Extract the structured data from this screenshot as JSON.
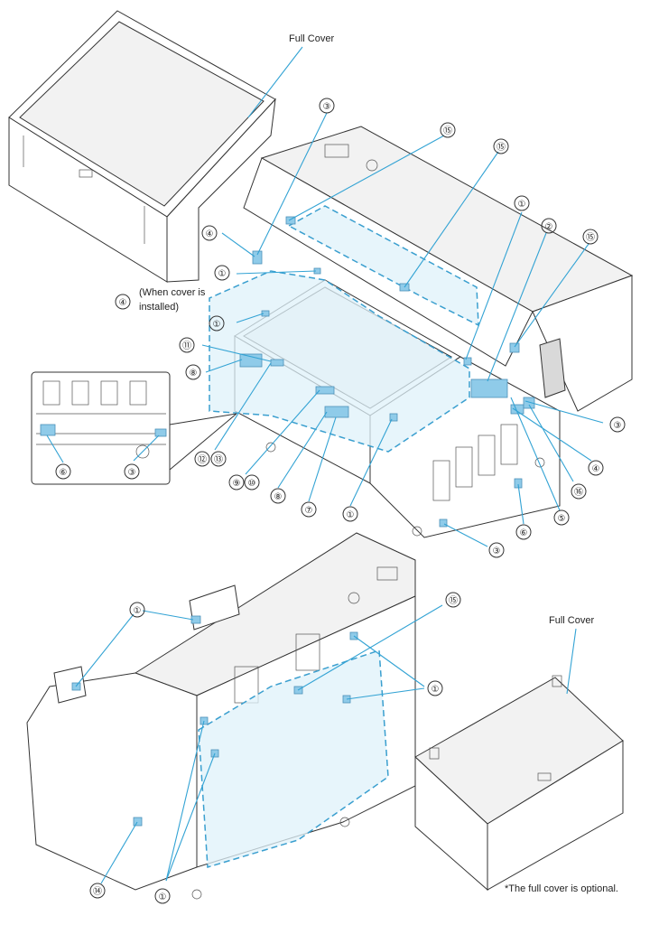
{
  "labels": {
    "full_cover": "Full Cover",
    "when_cover_installed_line1": "(When cover is",
    "when_cover_installed_line2": "installed)",
    "optional_note": "*The full cover is optional."
  },
  "callouts": {
    "c1": "①",
    "c2": "②",
    "c3": "③",
    "c4": "④",
    "c5": "⑤",
    "c6": "⑥",
    "c7": "⑦",
    "c8": "⑧",
    "c9": "⑨",
    "c10": "⑩",
    "c11": "⑪",
    "c12": "⑫",
    "c13": "⑬",
    "c14": "⑭",
    "c15": "⑮",
    "c16": "⑯"
  },
  "colors": {
    "label_fill": "#8fcbe9",
    "highlight_region": "#dff1fa",
    "leader_line": "#33a3d4"
  }
}
